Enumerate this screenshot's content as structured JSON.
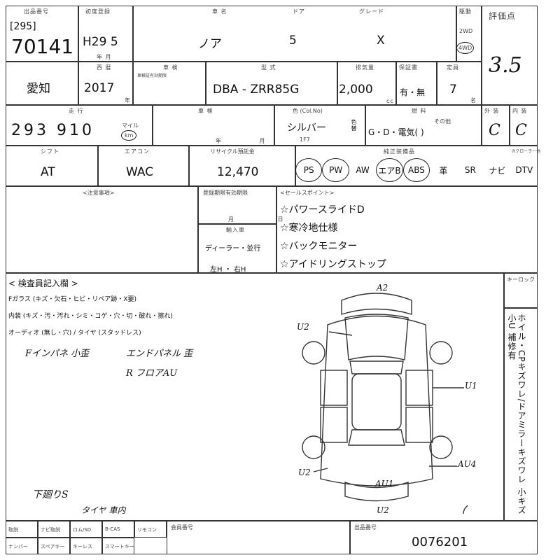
{
  "header": {
    "auction_no_label": "出品番号",
    "lane_code": "[295]",
    "lot_number": "70141",
    "first_reg_label": "初度登録",
    "first_reg_value": "H29 5",
    "first_reg_unit": "年 月",
    "car_name_label": "車 名",
    "car_name": "ノア",
    "doors_label": "ドア",
    "doors": "5",
    "grade_label": "グレード",
    "grade": "X",
    "drive_label": "駆動",
    "drive_2wd": "2WD",
    "drive_4wd": "4WD",
    "score_label": "評価点",
    "score": "3.5"
  },
  "row2": {
    "region": "愛知",
    "year_label": "西 暦",
    "year": "2017",
    "year_unit": "年",
    "shaken_label": "車 検",
    "shaken_sub": "車検証有効期限",
    "model_label": "型 式",
    "model": "DBA - ZRR85G",
    "cc_label": "排気量",
    "cc": "2,000",
    "cc_unit": "cc",
    "warranty_label": "保証書",
    "warranty": "有・無",
    "capacity_label": "定員",
    "capacity": "7",
    "capacity_unit": "名"
  },
  "row3": {
    "mileage_label": "走 行",
    "mileage": "293 910",
    "mileage_unit": "km",
    "mile_mark": "マイル",
    "shaken2_label": "車 検",
    "shaken2_unit": "年 月",
    "color_label": "色 (Col.No)",
    "color": "シルバー",
    "color_no": "1F7",
    "color_change": "色替",
    "fuel_label": "燃 料",
    "fuel": "G・D・電気(       )",
    "fuel_other": "その他",
    "exterior_label": "外 装",
    "exterior": "C",
    "interior_label": "内 装",
    "interior": "C"
  },
  "row4": {
    "shift_label": "シフト",
    "shift": "AT",
    "ac_label": "エアコン",
    "ac": "WAC",
    "recycle_label": "リサイクル預託金",
    "recycle": "12,470",
    "equip_label": "純正装備品",
    "equip_extra_label": "Rクローラー他",
    "equipment": [
      "PS",
      "PW",
      "AW",
      "エアB",
      "ABS",
      "革",
      "SR",
      "ナビ",
      "DTV"
    ],
    "equip_circled": [
      true,
      true,
      false,
      true,
      true,
      false,
      false,
      false,
      false
    ]
  },
  "notes": {
    "memo_label": "<注意事項>",
    "import_label": "輸入車",
    "import_dealer": "ディーラー・並行",
    "steering": "左H ・ 右H",
    "shaken_period_label": "登録期限有効期限",
    "shaken_period_unit": "月 日",
    "sales_label": "<セールスポイント>",
    "sales_points": [
      "☆パワースライドD",
      "☆寒冷地仕様",
      "☆バックモニター",
      "☆アイドリングストップ"
    ]
  },
  "inspection": {
    "title": "< 検査員記入欄 >",
    "glass": "Fガラス (キズ・欠石・ヒビ・リペア跡・X要)",
    "interior": "内装 (キズ・汚・汚れ・シミ・コゲ・穴・切・破れ・擦れ)",
    "audio": "オーディオ (無し・穴) / タイヤ (スタッドレス)",
    "hand_note1": "Fインパネ 小歪",
    "hand_note2": "エンドパネル 歪",
    "hand_note3": "R フロアAU",
    "hand_note4": "下廻りS",
    "hand_note5": "タイヤ 車内",
    "key_label": "キーロック",
    "vertical_note": "ホイル・CPキズワレ/ドアミラーキズワレ 小キズ小U 補修有",
    "diagram_marks": [
      "A2",
      "U2",
      "U1",
      "U2",
      "AU4",
      "AU1",
      "U2"
    ]
  },
  "footer": {
    "cells_row1": [
      "取説",
      "ナビ取説",
      "ロム/SD",
      "B-CAS",
      "リモコン"
    ],
    "cells_row2": [
      "ナンバー",
      "スペアキー",
      "キーレス",
      "スマートキー"
    ],
    "dealer_label": "会員番号",
    "stock_label": "出品番号",
    "stock_no": "0076201"
  }
}
